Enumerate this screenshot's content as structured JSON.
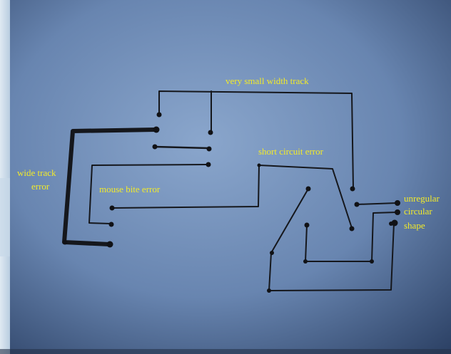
{
  "annotations": {
    "very_small_width_track": "very small width track",
    "wide_track_line1": "wide track",
    "wide_track_line2": "error",
    "mouse_bite": "mouse bite error",
    "short_circuit": "short circuit error",
    "unregular_line1": "unregular",
    "unregular_line2": "circular",
    "unregular_line3": "shape"
  },
  "colors": {
    "annotation_text": "#f2ea2a",
    "track_ink": "#15171c",
    "paper_light": "#8aa6cc",
    "paper_dark": "#2d4266"
  }
}
